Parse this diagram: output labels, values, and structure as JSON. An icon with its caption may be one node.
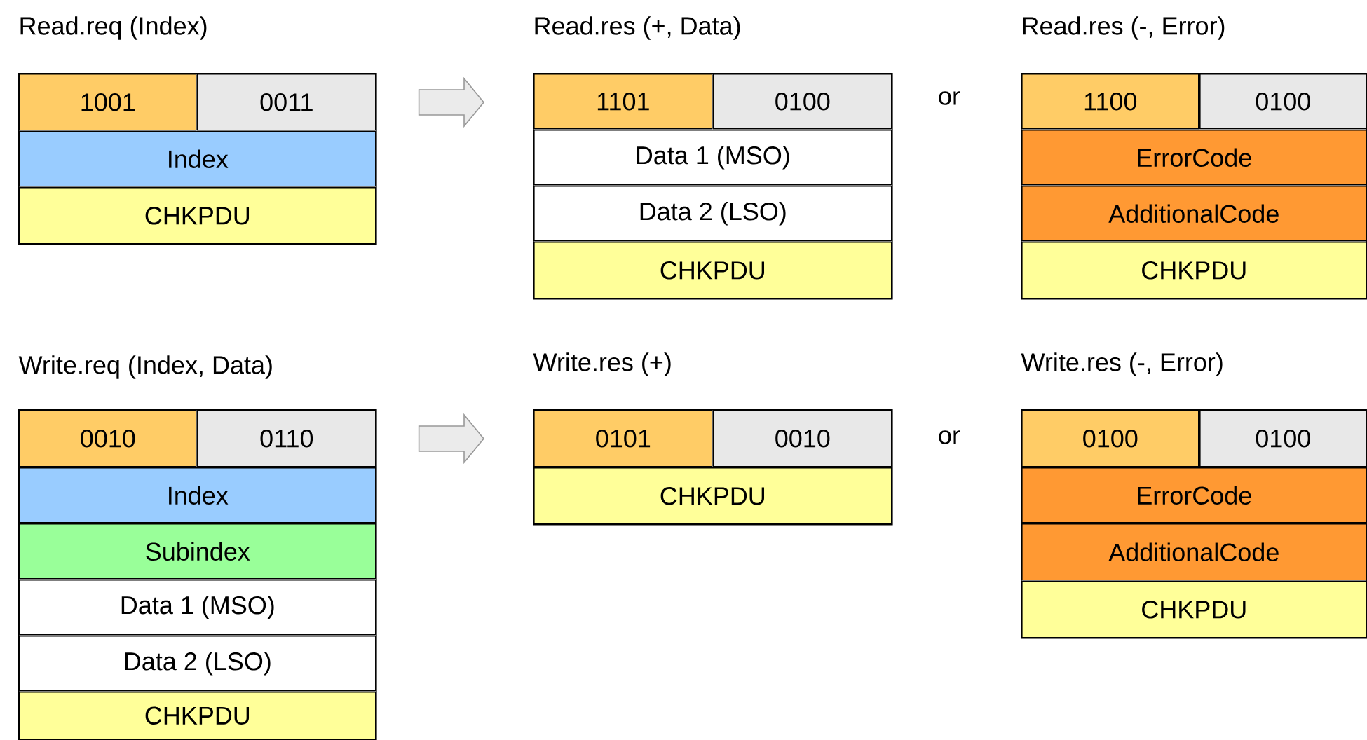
{
  "diagram": {
    "nodes": [
      {
        "text": [
          "Read.req (Index)"
        ]
      },
      {
        "text": [
          "1001"
        ],
        "in": 0
      },
      {
        "text": [
          "0011"
        ],
        "in": 0
      },
      {
        "text": [
          "Index"
        ],
        "in": 0
      },
      {
        "text": [
          "CHKPDU"
        ],
        "in": 0
      },
      {
        "text": [
          "Read.res (+, Data)"
        ]
      },
      {
        "text": [
          "1101"
        ],
        "in": 5
      },
      {
        "text": [
          "0100"
        ],
        "in": 5
      },
      {
        "text": [
          "Data 1 (MSO)"
        ],
        "in": 5
      },
      {
        "text": [
          "Data 2 (LSO)"
        ],
        "in": 5
      },
      {
        "text": [
          "CHKPDU"
        ],
        "in": 5
      },
      {
        "text": [
          "Read.res (-, Error)"
        ]
      },
      {
        "text": [
          "1100"
        ],
        "in": 11
      },
      {
        "text": [
          "0100"
        ],
        "in": 11
      },
      {
        "text": [
          "ErrorCode"
        ],
        "in": 11
      },
      {
        "text": [
          "AdditionalCode"
        ],
        "in": 11
      },
      {
        "text": [
          "CHKPDU"
        ],
        "in": 11
      },
      {
        "text": [
          "Write.req (Index, Data)"
        ]
      },
      {
        "text": [
          "0010"
        ],
        "in": 17
      },
      {
        "text": [
          "0110"
        ],
        "in": 17
      },
      {
        "text": [
          "Index"
        ],
        "in": 17
      },
      {
        "text": [
          "Subindex"
        ],
        "in": 17
      },
      {
        "text": [
          "Data 1 (MSO)"
        ],
        "in": 17
      },
      {
        "text": [
          "Data 2 (LSO)"
        ],
        "in": 17
      },
      {
        "text": [
          "CHKPDU"
        ],
        "in": 17
      },
      {
        "text": [
          "Write.res (+)"
        ]
      },
      {
        "text": [
          "0101"
        ],
        "in": 25
      },
      {
        "text": [
          "0010"
        ],
        "in": 25
      },
      {
        "text": [
          "CHKPDU"
        ],
        "in": 25
      },
      {
        "text": [
          "Write.res (-, Error)"
        ]
      },
      {
        "text": [
          "0100"
        ],
        "in": 29
      },
      {
        "text": [
          "0100"
        ],
        "in": 29
      },
      {
        "text": [
          "ErrorCode"
        ],
        "in": 29
      },
      {
        "text": [
          "AdditionalCode"
        ],
        "in": 29
      },
      {
        "text": [
          "CHKPDU"
        ],
        "in": 29
      }
    ],
    "edges": [
      {
        "from": 0,
        "to": 5,
        "arrow": "to"
      },
      {
        "from": 17,
        "to": 25,
        "arrow": "to"
      }
    ],
    "labels": [
      "or",
      "or"
    ]
  }
}
